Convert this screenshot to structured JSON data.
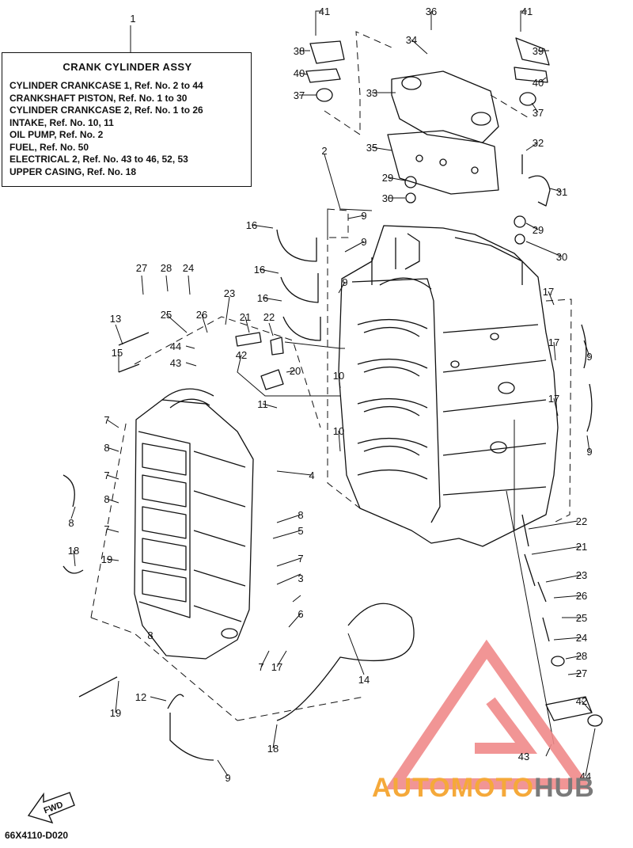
{
  "legend": {
    "ref_number": "1",
    "title": "CRANK CYLINDER ASSY",
    "lines": [
      "CYLINDER CRANKCASE 1, Ref. No. 2 to 44",
      "CRANKSHAFT PISTON,  Ref. No. 1 to 30",
      "CYLINDER CRANKCASE 2, Ref. No. 1 to 26",
      "INTAKE, Ref. No. 10, 11",
      "OIL PUMP, Ref. No. 2",
      "FUEL, Ref. No. 50",
      "ELECTRICAL 2,  Ref. No. 43 to 46, 52, 53",
      "UPPER CASING, Ref. No. 18"
    ]
  },
  "fwd_label": "FWD",
  "drawing_code": "66X4110-D020",
  "watermark": {
    "part1": "AUTOMOTO",
    "part2": "HUB"
  },
  "callouts": [
    "41",
    "36",
    "41",
    "34",
    "38",
    "39",
    "40",
    "33",
    "40",
    "37",
    "37",
    "2",
    "35",
    "32",
    "29",
    "31",
    "30",
    "29",
    "30",
    "16",
    "9",
    "9",
    "16",
    "9",
    "16",
    "27",
    "28",
    "24",
    "23",
    "21",
    "22",
    "25",
    "26",
    "13",
    "44",
    "42",
    "15",
    "43",
    "20",
    "10",
    "11",
    "10",
    "4",
    "7",
    "8",
    "7",
    "8",
    "7",
    "8",
    "18",
    "19",
    "8",
    "5",
    "7",
    "3",
    "8",
    "6",
    "7",
    "17",
    "14",
    "19",
    "12",
    "18",
    "9",
    "17",
    "9",
    "17",
    "9",
    "17",
    "22",
    "21",
    "23",
    "26",
    "25",
    "24",
    "28",
    "27",
    "42",
    "43",
    "44"
  ]
}
